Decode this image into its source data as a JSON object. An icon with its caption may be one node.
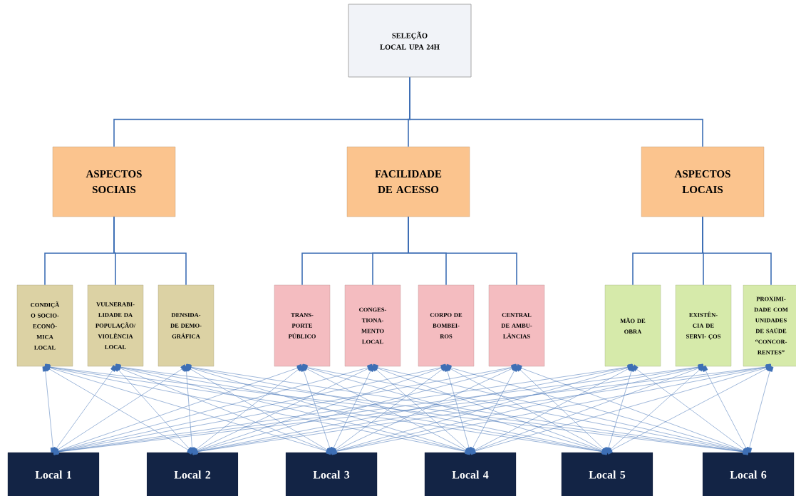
{
  "diagram": {
    "nodes": [
      {
        "text": [
          "SELEÇÃO LOCAL UPA 24H"
        ]
      },
      {
        "text": [
          "ASPECTOS SOCIAIS"
        ]
      },
      {
        "text": [
          "FACILIDADE DE ACESSO"
        ]
      },
      {
        "text": [
          "ASPECTOS LOCAIS"
        ]
      },
      {
        "text": [
          "CONDIÇÃ O SOCIO- ECONÔ- MICA LOCAL"
        ]
      },
      {
        "text": [
          "VULNERABI- LIDADE DA POPULAÇÃO/ VIOLÊNCIA LOCAL"
        ]
      },
      {
        "text": [
          "DENSIDA- DE DEMO- GRÁFICA"
        ]
      },
      {
        "text": [
          "TRANS- PORTE PÚBLICO"
        ]
      },
      {
        "text": [
          "CONGES- TIONA- MENTO LOCAL"
        ]
      },
      {
        "text": [
          "CORPO DE BOMBEI- ROS"
        ]
      },
      {
        "text": [
          "CENTRAL DE AMBU- LÂNCIAS"
        ]
      },
      {
        "text": [
          "MÃO DE OBRA"
        ]
      },
      {
        "text": [
          "EXISTÊN- CIA DE SERVI- ÇOS"
        ]
      },
      {
        "text": [
          "PROXIMI- DADE COM UNIDADES DE SAÚDE “CONCOR- RENTES”"
        ]
      },
      {
        "text": [
          "Local 1"
        ]
      },
      {
        "text": [
          "Local 2"
        ]
      },
      {
        "text": [
          "Local 3"
        ]
      },
      {
        "text": [
          "Local 4"
        ]
      },
      {
        "text": [
          "Local 5"
        ]
      },
      {
        "text": [
          "Local 6"
        ]
      }
    ],
    "edges": [
      {
        "from": 0,
        "to": 1,
        "arrow": "none"
      },
      {
        "from": 0,
        "to": 2,
        "arrow": "none"
      },
      {
        "from": 0,
        "to": 3,
        "arrow": "none"
      },
      {
        "from": 1,
        "to": 4,
        "arrow": "none"
      },
      {
        "from": 1,
        "to": 5,
        "arrow": "none"
      },
      {
        "from": 1,
        "to": 6,
        "arrow": "none"
      },
      {
        "from": 2,
        "to": 7,
        "arrow": "none"
      },
      {
        "from": 2,
        "to": 8,
        "arrow": "none"
      },
      {
        "from": 2,
        "to": 9,
        "arrow": "none"
      },
      {
        "from": 2,
        "to": 10,
        "arrow": "none"
      },
      {
        "from": 3,
        "to": 11,
        "arrow": "none"
      },
      {
        "from": 3,
        "to": 12,
        "arrow": "none"
      },
      {
        "from": 3,
        "to": 13,
        "arrow": "none"
      },
      {
        "from": 4,
        "to": 14,
        "arrow": "other"
      },
      {
        "from": 4,
        "to": 15,
        "arrow": "other"
      },
      {
        "from": 4,
        "to": 16,
        "arrow": "other"
      },
      {
        "from": 4,
        "to": 17,
        "arrow": "other"
      },
      {
        "from": 4,
        "to": 18,
        "arrow": "other"
      },
      {
        "from": 4,
        "to": 19,
        "arrow": "other"
      },
      {
        "from": 5,
        "to": 14,
        "arrow": "other"
      },
      {
        "from": 5,
        "to": 15,
        "arrow": "other"
      },
      {
        "from": 5,
        "to": 16,
        "arrow": "other"
      },
      {
        "from": 5,
        "to": 17,
        "arrow": "other"
      },
      {
        "from": 5,
        "to": 18,
        "arrow": "other"
      },
      {
        "from": 5,
        "to": 19,
        "arrow": "other"
      },
      {
        "from": 6,
        "to": 14,
        "arrow": "other"
      },
      {
        "from": 6,
        "to": 15,
        "arrow": "other"
      },
      {
        "from": 6,
        "to": 16,
        "arrow": "other"
      },
      {
        "from": 6,
        "to": 17,
        "arrow": "other"
      },
      {
        "from": 6,
        "to": 18,
        "arrow": "other"
      },
      {
        "from": 6,
        "to": 19,
        "arrow": "other"
      },
      {
        "from": 7,
        "to": 14,
        "arrow": "other"
      },
      {
        "from": 7,
        "to": 15,
        "arrow": "other"
      },
      {
        "from": 7,
        "to": 16,
        "arrow": "other"
      },
      {
        "from": 7,
        "to": 17,
        "arrow": "other"
      },
      {
        "from": 7,
        "to": 18,
        "arrow": "other"
      },
      {
        "from": 7,
        "to": 19,
        "arrow": "other"
      },
      {
        "from": 8,
        "to": 14,
        "arrow": "other"
      },
      {
        "from": 8,
        "to": 15,
        "arrow": "other"
      },
      {
        "from": 8,
        "to": 16,
        "arrow": "other"
      },
      {
        "from": 8,
        "to": 17,
        "arrow": "other"
      },
      {
        "from": 8,
        "to": 18,
        "arrow": "other"
      },
      {
        "from": 8,
        "to": 19,
        "arrow": "other"
      },
      {
        "from": 9,
        "to": 14,
        "arrow": "other"
      },
      {
        "from": 9,
        "to": 15,
        "arrow": "other"
      },
      {
        "from": 9,
        "to": 16,
        "arrow": "other"
      },
      {
        "from": 9,
        "to": 17,
        "arrow": "other"
      },
      {
        "from": 9,
        "to": 18,
        "arrow": "other"
      },
      {
        "from": 9,
        "to": 19,
        "arrow": "other"
      },
      {
        "from": 10,
        "to": 14,
        "arrow": "other"
      },
      {
        "from": 10,
        "to": 15,
        "arrow": "other"
      },
      {
        "from": 10,
        "to": 16,
        "arrow": "other"
      },
      {
        "from": 10,
        "to": 17,
        "arrow": "other"
      },
      {
        "from": 10,
        "to": 18,
        "arrow": "other"
      },
      {
        "from": 10,
        "to": 19,
        "arrow": "other"
      },
      {
        "from": 11,
        "to": 14,
        "arrow": "other"
      },
      {
        "from": 11,
        "to": 15,
        "arrow": "other"
      },
      {
        "from": 11,
        "to": 16,
        "arrow": "other"
      },
      {
        "from": 11,
        "to": 17,
        "arrow": "other"
      },
      {
        "from": 11,
        "to": 18,
        "arrow": "other"
      },
      {
        "from": 11,
        "to": 19,
        "arrow": "other"
      },
      {
        "from": 12,
        "to": 14,
        "arrow": "other"
      },
      {
        "from": 12,
        "to": 15,
        "arrow": "other"
      },
      {
        "from": 12,
        "to": 16,
        "arrow": "other"
      },
      {
        "from": 12,
        "to": 17,
        "arrow": "other"
      },
      {
        "from": 12,
        "to": 18,
        "arrow": "other"
      },
      {
        "from": 12,
        "to": 19,
        "arrow": "other"
      },
      {
        "from": 13,
        "to": 14,
        "arrow": "other"
      },
      {
        "from": 13,
        "to": 15,
        "arrow": "other"
      },
      {
        "from": 13,
        "to": 16,
        "arrow": "other"
      },
      {
        "from": 13,
        "to": 17,
        "arrow": "other"
      },
      {
        "from": 13,
        "to": 18,
        "arrow": "other"
      },
      {
        "from": 13,
        "to": 19,
        "arrow": "other"
      }
    ]
  }
}
